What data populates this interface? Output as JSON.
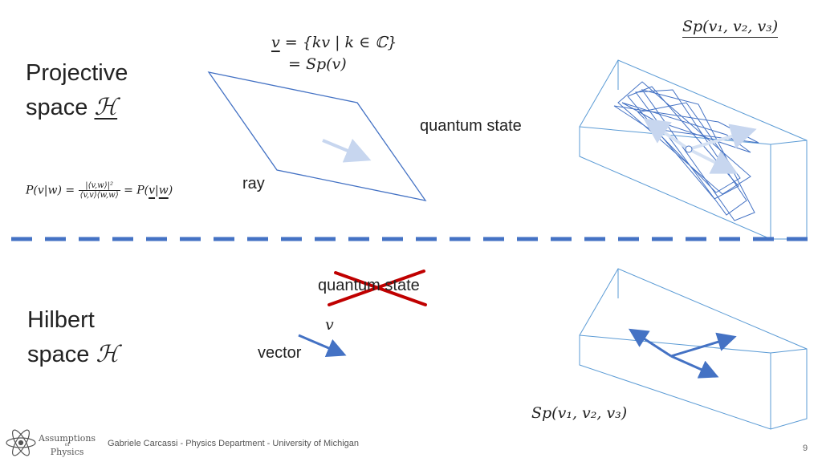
{
  "top": {
    "title_line1": "Projective",
    "title_line2": "space",
    "title_symbol": "ℋ",
    "ray_definition_lhs": "v",
    "ray_definition_rhs": "= {kv | k ∈ ℂ}",
    "ray_definition_line2": "= Sp(v)",
    "quantum_state_label": "quantum state",
    "ray_label": "ray",
    "probability_formula": {
      "lhs": "P(v|w) =",
      "numerator": "|⟨v,w⟩|²",
      "denominator": "⟨v,v⟩⟨w,w⟩",
      "rhs_prefix": "= P(",
      "rhs_v": "v",
      "rhs_sep": "|",
      "rhs_w": "w",
      "rhs_suffix": ")"
    },
    "span_label": "Sp(v₁, v₂, v₃)"
  },
  "bottom": {
    "title_line1": "Hilbert",
    "title_line2": "space",
    "title_symbol": "ℋ",
    "crossed_label": "quantum state",
    "vector_symbol": "v",
    "vector_label": "vector",
    "span_label": "Sp(v₁, v₂, v₃)"
  },
  "footer": {
    "logo_line1": "Assumptions",
    "logo_line2": "of",
    "logo_line3": "Physics",
    "credit": "Gabriele Carcassi - Physics Department - University of Michigan",
    "page_number": "9"
  },
  "colors": {
    "accent_blue": "#4472c4",
    "light_blue": "#5b9bd5",
    "cross_red": "#c00000"
  }
}
